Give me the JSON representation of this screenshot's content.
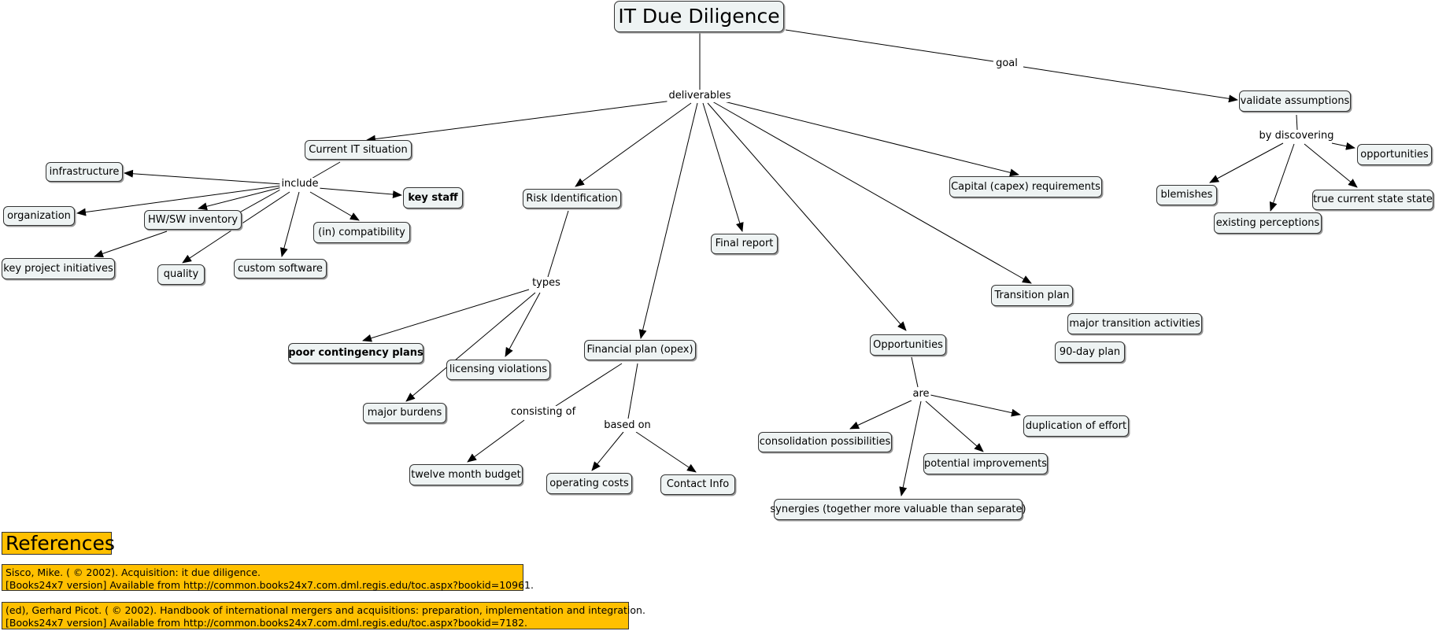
{
  "map": {
    "title": "IT Due Diligence",
    "nodes": {
      "current_it": "Current IT situation",
      "infrastructure": "infrastructure",
      "organization": "organization",
      "hwsw": "HW/SW inventory",
      "key_staff": "key staff",
      "compat": "(in) compatibility",
      "key_projects": "key project initiatives",
      "quality": "quality",
      "custom_sw": "custom software",
      "risk": "Risk Identification",
      "poor_cont": "poor contingency plans",
      "licensing": "licensing violations",
      "burdens": "major burdens",
      "financial": "Financial plan (opex)",
      "budget": "twelve month budget",
      "op_costs": "operating costs",
      "contact": "Contact Info",
      "final_report": "Final report",
      "opportunities": "Opportunities",
      "consolidation": "consolidation possibilities",
      "synergies": "synergies (together more valuable than separate)",
      "potential": "potential improvements",
      "duplication": "duplication of effort",
      "capex": "Capital (capex) requirements",
      "transition": "Transition plan",
      "major_trans": "major transition activities",
      "ninety": "90-day plan",
      "validate": "validate assumptions",
      "opp2": "opportunities",
      "blemishes": "blemishes",
      "true_state": "true current state state",
      "existing": "existing perceptions"
    },
    "links": {
      "deliverables": "deliverables",
      "goal": "goal",
      "include": "include",
      "types": "types",
      "consisting_of": "consisting of",
      "based_on": "based on",
      "are": "are",
      "by_discovering": "by discovering"
    }
  },
  "references": {
    "heading": "References",
    "items": [
      {
        "line1": "Sisco, Mike. ( © 2002). Acquisition: it due diligence.",
        "line2": "[Books24x7 version] Available from http://common.books24x7.com.dml.regis.edu/toc.aspx?bookid=10961."
      },
      {
        "line1": "(ed), Gerhard Picot. ( © 2002). Handbook of international mergers and acquisitions: preparation, implementation and integration.",
        "line2": "[Books24x7 version] Available from http://common.books24x7.com.dml.regis.edu/toc.aspx?bookid=7182."
      }
    ]
  }
}
